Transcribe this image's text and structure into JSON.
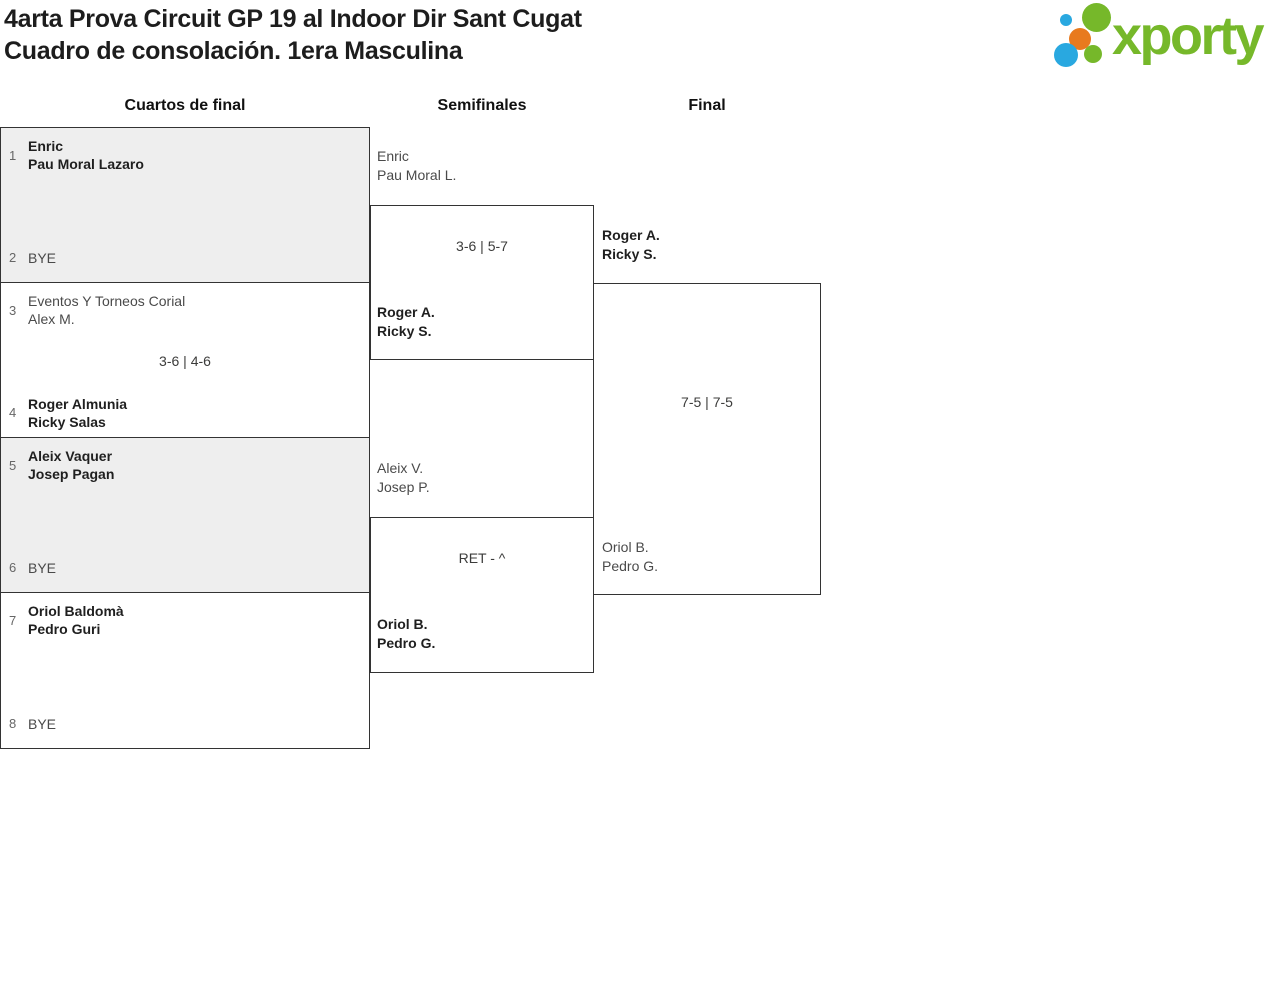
{
  "page": {
    "title_line1": "4arta Prova Circuit GP 19 al Indoor Dir Sant Cugat",
    "title_line2": "Cuadro de consolación. 1era Masculina"
  },
  "logo": {
    "wordmark": "xporty",
    "colors": {
      "green": "#76b82a",
      "blue": "#29a8e0",
      "orange": "#e87a1e"
    }
  },
  "round_headers": {
    "quarterfinals": "Cuartos de final",
    "semifinals": "Semifinales",
    "final": "Final"
  },
  "bracket": {
    "qf": [
      {
        "seed_top": "1",
        "top_line1": "Enric",
        "top_line2": "Pau Moral Lazaro",
        "score": "",
        "seed_bottom": "2",
        "bottom_line1": "BYE",
        "bottom_line2": ""
      },
      {
        "seed_top": "3",
        "top_line1": "Eventos Y Torneos Corial",
        "top_line2": "Alex M.",
        "score": "3-6 | 4-6",
        "seed_bottom": "4",
        "bottom_line1": "Roger Almunia",
        "bottom_line2": "Ricky Salas"
      },
      {
        "seed_top": "5",
        "top_line1": "Aleix Vaquer",
        "top_line2": "Josep Pagan",
        "score": "",
        "seed_bottom": "6",
        "bottom_line1": "BYE",
        "bottom_line2": ""
      },
      {
        "seed_top": "7",
        "top_line1": "Oriol Baldomà",
        "top_line2": "Pedro Guri",
        "score": "",
        "seed_bottom": "8",
        "bottom_line1": "BYE",
        "bottom_line2": ""
      }
    ],
    "sf": [
      {
        "top_line1": "Enric",
        "top_line2": "Pau Moral L.",
        "score": "3-6 | 5-7",
        "bottom_line1": "Roger A.",
        "bottom_line2": "Ricky S."
      },
      {
        "top_line1": "Aleix V.",
        "top_line2": "Josep P.",
        "score": "RET - ^",
        "bottom_line1": "Oriol B.",
        "bottom_line2": "Pedro G."
      }
    ],
    "final": {
      "top_line1": "Roger A.",
      "top_line2": "Ricky S.",
      "score": "7-5 | 7-5",
      "bottom_line1": "Oriol B.",
      "bottom_line2": "Pedro G."
    }
  },
  "colors": {
    "line": "#333333",
    "box_shaded": "#eeeeee",
    "text_winner": "#1f1f1f",
    "text_normal": "#4a4a4a",
    "seed": "#666666"
  }
}
